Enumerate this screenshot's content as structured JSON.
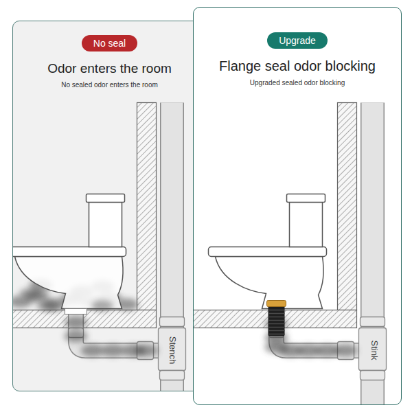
{
  "diagram": {
    "nodes": [
      {
        "text": [
          "Odor enters the room",
          "No sealed odor enters the room"
        ]
      },
      {
        "text": [
          "No seal"
        ],
        "in": 0
      },
      {
        "text": [
          "Flange seal odor blocking",
          "Upgraded sealed odor blocking"
        ]
      },
      {
        "text": [
          "Upgrade"
        ],
        "in": 2
      }
    ],
    "labels": [
      "Stench",
      "Stink"
    ]
  }
}
